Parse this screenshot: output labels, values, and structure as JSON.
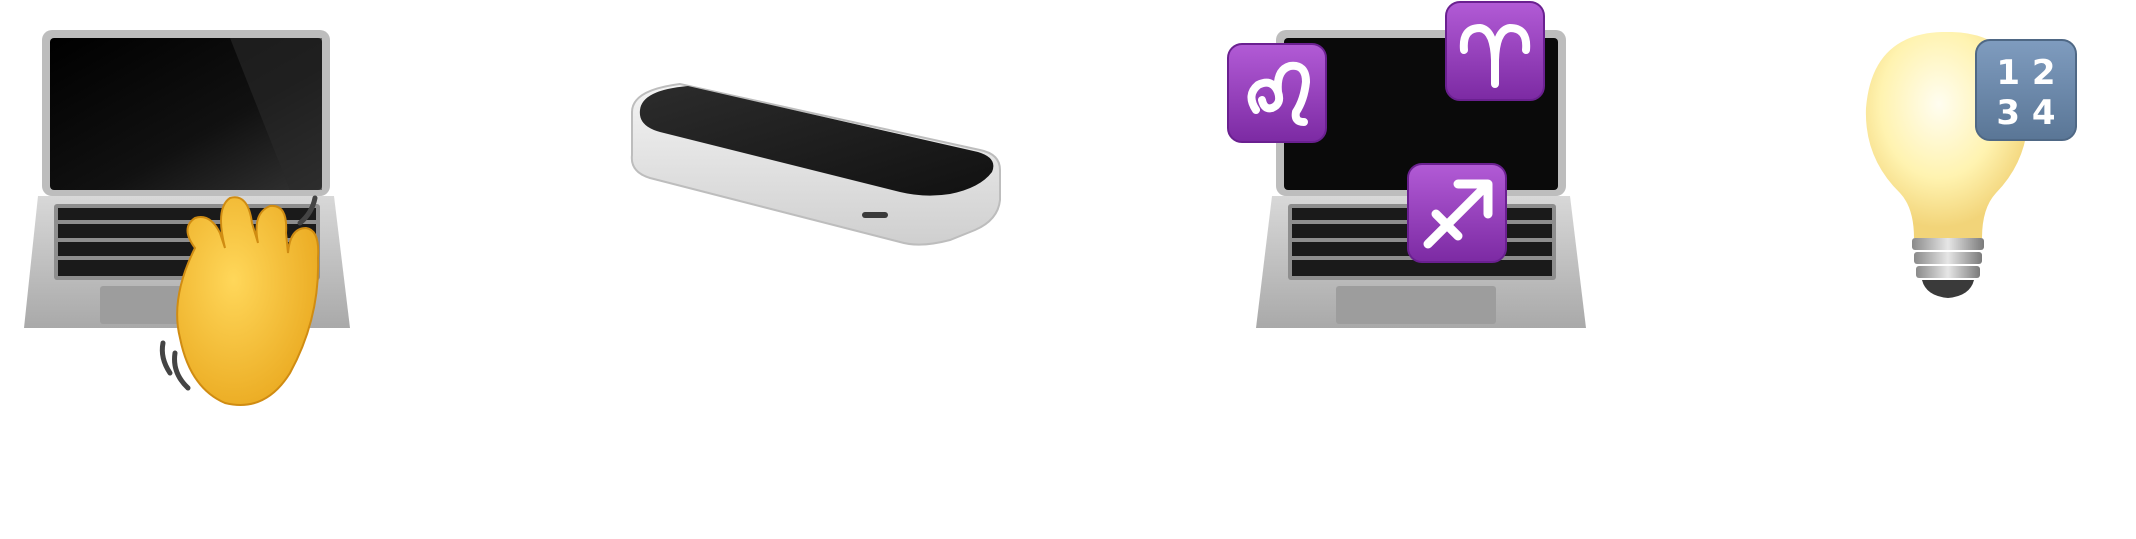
{
  "icons": [
    {
      "name": "laptop-with-waving-hand",
      "components": [
        "laptop-icon",
        "waving-hand-icon"
      ]
    },
    {
      "name": "motion-sensor-device",
      "components": [
        "sensor-device-icon"
      ]
    },
    {
      "name": "laptop-with-zodiac-signs",
      "components": [
        "laptop-icon",
        "leo-icon",
        "aries-icon",
        "sagittarius-icon"
      ]
    },
    {
      "name": "light-bulb-with-numbers",
      "components": [
        "light-bulb-icon",
        "input-numbers-icon"
      ]
    }
  ],
  "colors": {
    "laptop_body": "#c9c9c9",
    "laptop_screen": "#0a0a0a",
    "hand": "#f6c23d",
    "zodiac_badge": "#9b3fc0",
    "number_badge": "#6b88a8",
    "bulb_glow": "#fff3b0"
  },
  "number_badge": {
    "row1": "1 2",
    "row2": "3 4"
  }
}
